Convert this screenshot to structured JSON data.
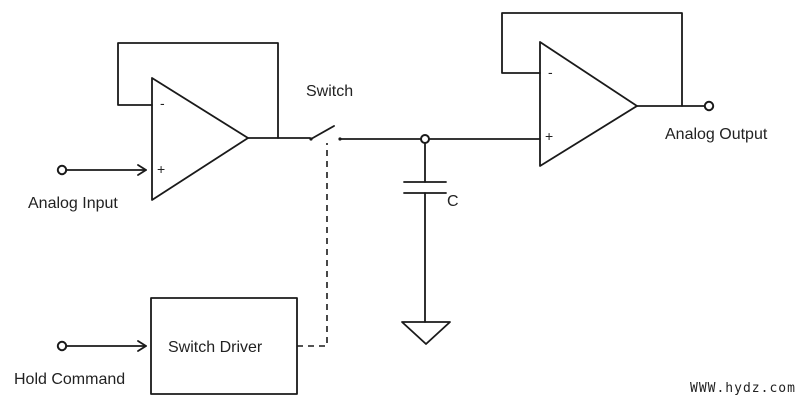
{
  "diagram": {
    "labels": {
      "switch": "Switch",
      "analog_input": "Analog Input",
      "analog_output": "Analog Output",
      "capacitor": "C",
      "hold_command": "Hold Command",
      "switch_driver": "Switch Driver"
    },
    "opamp_signs": {
      "minus": "-",
      "plus": "+"
    },
    "watermark": "WWW.hydz.com"
  }
}
